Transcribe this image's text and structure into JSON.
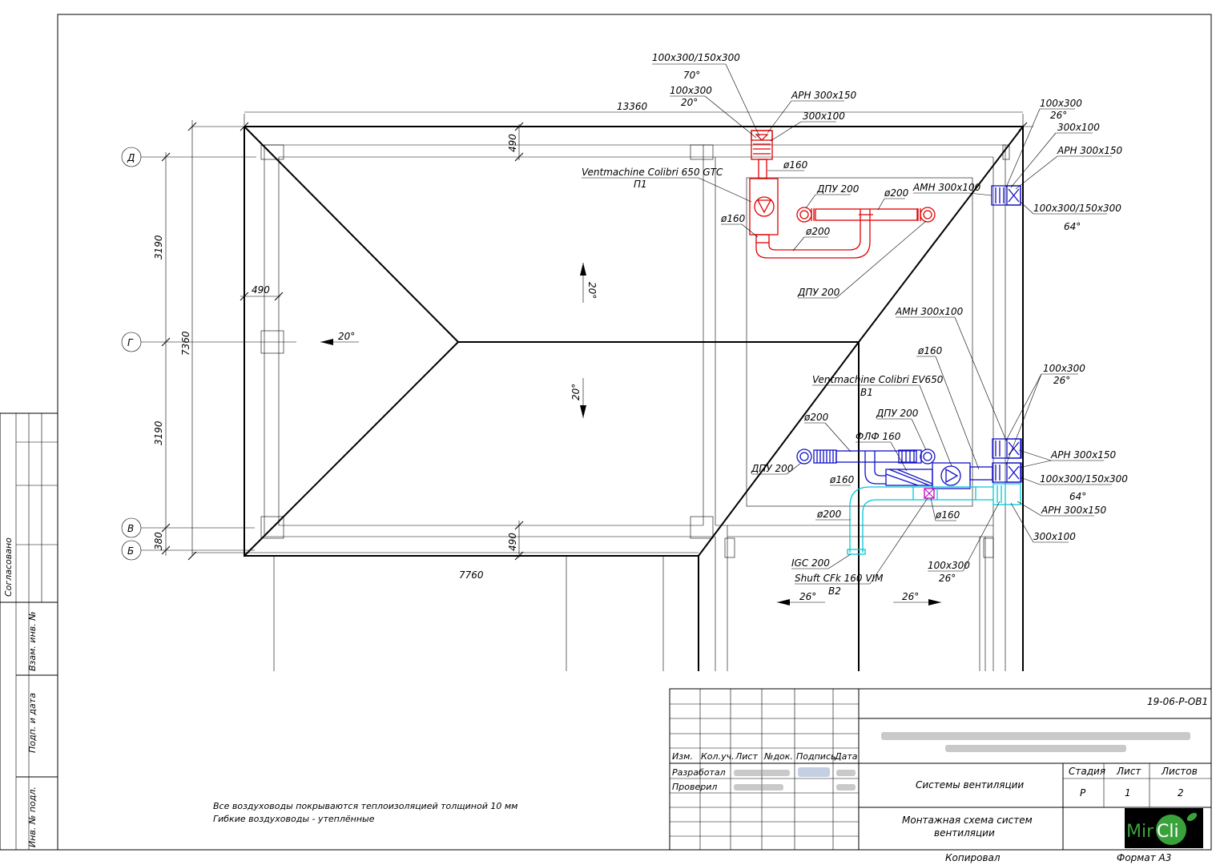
{
  "axes": {
    "d": "Д",
    "g": "Г",
    "v": "В",
    "b": "Б"
  },
  "dims": {
    "top_total": "13360",
    "bottom": "7760",
    "left_3190_top": "3190",
    "left_7360": "7360",
    "left_3190_bot": "3190",
    "left_380": "380",
    "inner_490_left": "490",
    "inner_490_top": "490",
    "inner_490_bottom": "490"
  },
  "slopes": {
    "left": "20°",
    "top": "20°",
    "mid": "20°",
    "bottom_left": "26°",
    "bottom_right": "26°"
  },
  "labels": {
    "l1": "100x300/150x300",
    "l1b": "70°",
    "l2": "100x300",
    "l2b": "20°",
    "l3": "АРН 300x150",
    "l4": "300x100",
    "l5": "ø160",
    "unit1": "Ventmachine Colibri 650 GTC",
    "unit1b": "П1",
    "l6": "ДПУ 200",
    "l7": "ø200",
    "l8": "АМН 300x100",
    "l9": "ø160",
    "l10": "ø200",
    "l11": "ДПУ 200",
    "r1": "100x300",
    "r1b": "26°",
    "r2": "300x100",
    "r3": "АРН 300x150",
    "r4": "100x300/150x300",
    "r4b": "64°",
    "m1": "АМН 300x100",
    "m2": "ø160",
    "unit2": "Ventmachine Colibri EV650",
    "unit2b": "В1",
    "m3": "ДПУ 200",
    "m4": "ø200",
    "m5": "ФЛФ 160",
    "m6": "ДПУ 200",
    "m7": "ø160",
    "m8": "ø200",
    "m9": "ø160",
    "r5": "100x300",
    "r5b": "26°",
    "r6": "АРН 300x150",
    "r7": "100x300/150x300",
    "r7b": "64°",
    "r8": "АРН 300x150",
    "r9": "300x100",
    "b1": "IGC 200",
    "b2": "Shuft CFk 160 VIM",
    "b2b": "В2",
    "b3": "100x300",
    "b3b": "26°"
  },
  "notes": {
    "line1": "Все воздуховоды покрываются теплоизоляцией толщиной 10 мм",
    "line2": "Гибкие воздуховоды - утеплённые"
  },
  "side": {
    "agreed": "Согласовано",
    "vzam": "Взам. инв. №",
    "podp": "Подп. и дата",
    "inv": "Инв. № подл."
  },
  "title_block": {
    "code": "19-06-Р-ОВ1",
    "col_izm": "Изм.",
    "col_kol": "Кол.уч.",
    "col_list": "Лист",
    "col_ndok": "№док.",
    "col_podp": "Подпись",
    "col_data": "Дата",
    "row_razrab": "Разработал",
    "row_prov": "Проверил",
    "title1": "Системы вентиляции",
    "title2_line1": "Монтажная схема систем",
    "title2_line2": "вентиляции",
    "stadia": "Стадия",
    "list": "Лист",
    "listov": "Листов",
    "stadia_val": "Р",
    "list_val": "1",
    "listov_val": "2",
    "logo_a": "Mir",
    "logo_b": "Cli",
    "kopiroval": "Копировал",
    "format": "Формат А3"
  },
  "colors": {
    "supply": "#e00000",
    "exhaust": "#1010c8",
    "fresh": "#00c8d8",
    "logo_green": "#3aa23a"
  }
}
